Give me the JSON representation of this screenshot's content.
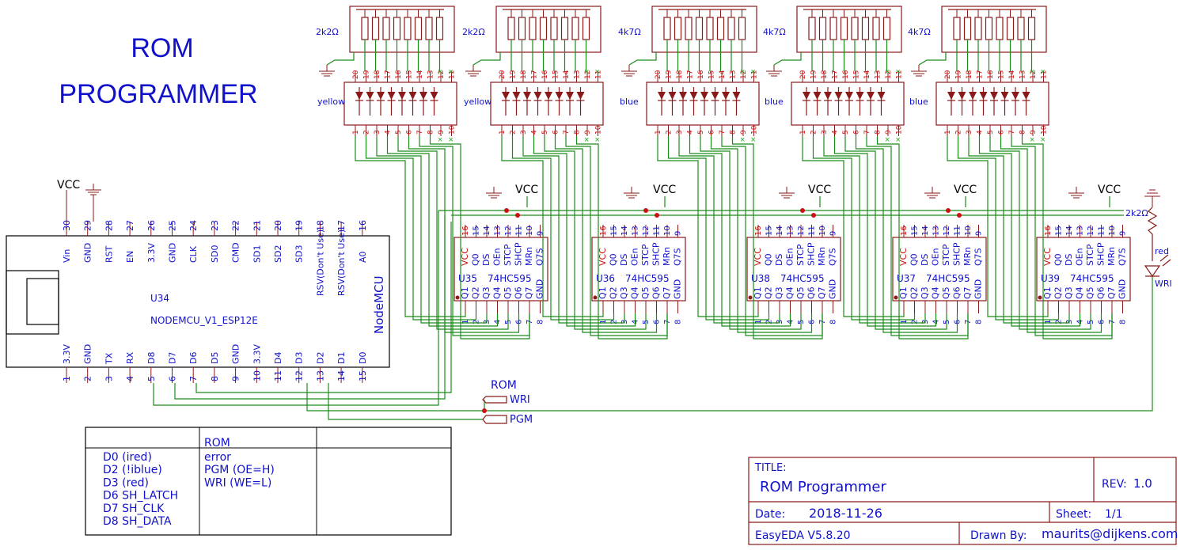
{
  "heading": {
    "line1": "ROM",
    "line2": "PROGRAMMER"
  },
  "power": {
    "vcc": "VCC"
  },
  "resistor_packs": [
    {
      "value": "2k2Ω",
      "led_color": "yellow"
    },
    {
      "value": "2k2Ω",
      "led_color": "yellow"
    },
    {
      "value": "4k7Ω",
      "led_color": "blue"
    },
    {
      "value": "4k7Ω",
      "led_color": "blue"
    },
    {
      "value": "4k7Ω",
      "led_color": "blue"
    }
  ],
  "led_pins_top": [
    "20",
    "19",
    "18",
    "17",
    "16",
    "15",
    "14",
    "13",
    "12",
    "11"
  ],
  "led_pins_bottom": [
    "1",
    "2",
    "3",
    "4",
    "5",
    "6",
    "7",
    "8",
    "9",
    "10"
  ],
  "shift_registers": [
    {
      "ref": "U35",
      "part": "74HC595"
    },
    {
      "ref": "U36",
      "part": "74HC595"
    },
    {
      "ref": "U38",
      "part": "74HC595"
    },
    {
      "ref": "U37",
      "part": "74HC595"
    },
    {
      "ref": "U39",
      "part": "74HC595"
    }
  ],
  "sr_top_pins": [
    {
      "num": "16",
      "name": "VCC"
    },
    {
      "num": "15",
      "name": "Q0"
    },
    {
      "num": "14",
      "name": "DS"
    },
    {
      "num": "13",
      "name": "OEn"
    },
    {
      "num": "12",
      "name": "STCP"
    },
    {
      "num": "11",
      "name": "SHCP"
    },
    {
      "num": "10",
      "name": "MRn"
    },
    {
      "num": "9",
      "name": "Q7S"
    }
  ],
  "sr_bottom_pins": [
    {
      "num": "1",
      "name": "Q1"
    },
    {
      "num": "2",
      "name": "Q2"
    },
    {
      "num": "3",
      "name": "Q3"
    },
    {
      "num": "4",
      "name": "Q4"
    },
    {
      "num": "5",
      "name": "Q5"
    },
    {
      "num": "6",
      "name": "Q6"
    },
    {
      "num": "7",
      "name": "Q7"
    },
    {
      "num": "8",
      "name": "GND"
    }
  ],
  "mcu": {
    "ref": "U34",
    "part": "NODEMCU_V1_ESP12E",
    "name": "NodeMCU",
    "top_pins": [
      {
        "num": "30",
        "name": "Vin"
      },
      {
        "num": "29",
        "name": "GND"
      },
      {
        "num": "28",
        "name": "RST"
      },
      {
        "num": "27",
        "name": "EN"
      },
      {
        "num": "26",
        "name": "3.3V"
      },
      {
        "num": "25",
        "name": "GND"
      },
      {
        "num": "24",
        "name": "CLK"
      },
      {
        "num": "23",
        "name": "SD0"
      },
      {
        "num": "22",
        "name": "CMD"
      },
      {
        "num": "21",
        "name": "SD1"
      },
      {
        "num": "20",
        "name": "SD2"
      },
      {
        "num": "19",
        "name": "SD3"
      },
      {
        "num": "18",
        "name": "RSV(Don't Use)"
      },
      {
        "num": "17",
        "name": "RSV(Don't Use)"
      },
      {
        "num": "16",
        "name": "A0"
      }
    ],
    "bottom_pins": [
      {
        "num": "1",
        "name": "3.3V"
      },
      {
        "num": "2",
        "name": "GND"
      },
      {
        "num": "3",
        "name": "TX"
      },
      {
        "num": "4",
        "name": "RX"
      },
      {
        "num": "5",
        "name": "D8"
      },
      {
        "num": "6",
        "name": "D7"
      },
      {
        "num": "7",
        "name": "D6"
      },
      {
        "num": "8",
        "name": "D5"
      },
      {
        "num": "9",
        "name": "GND"
      },
      {
        "num": "10",
        "name": "3.3V"
      },
      {
        "num": "11",
        "name": "D4"
      },
      {
        "num": "12",
        "name": "D3"
      },
      {
        "num": "13",
        "name": "D2"
      },
      {
        "num": "14",
        "name": "D1"
      },
      {
        "num": "15",
        "name": "D0"
      }
    ]
  },
  "status_led": {
    "resistor": "2k2Ω",
    "color": "red",
    "net": "WRI"
  },
  "connectors": {
    "group": "ROM",
    "wri": "WRI",
    "pgm": "PGM"
  },
  "legend": {
    "header": "ROM",
    "left": [
      "D0 (ired)",
      "D2 (!iblue)",
      "D3 (red)",
      "D6 SH_LATCH",
      "D7 SH_CLK",
      "D8 SH_DATA"
    ],
    "middle": [
      "error",
      "PGM (OE=H)",
      "WRI (WE=L)"
    ]
  },
  "title_block": {
    "title_label": "TITLE:",
    "title": "ROM Programmer",
    "rev_label": "REV:",
    "rev": "1.0",
    "date_label": "Date:",
    "date": "2018-11-26",
    "sheet_label": "Sheet:",
    "sheet": "1/1",
    "tool": "EasyEDA V5.8.20",
    "drawn_label": "Drawn By:",
    "drawn_by": "maurits@dijkens.com"
  },
  "colors": {
    "part": "#8b1a1a",
    "wire": "#1a8c1a",
    "text": "#1111cc",
    "pin_vcc": "#cc1111"
  }
}
